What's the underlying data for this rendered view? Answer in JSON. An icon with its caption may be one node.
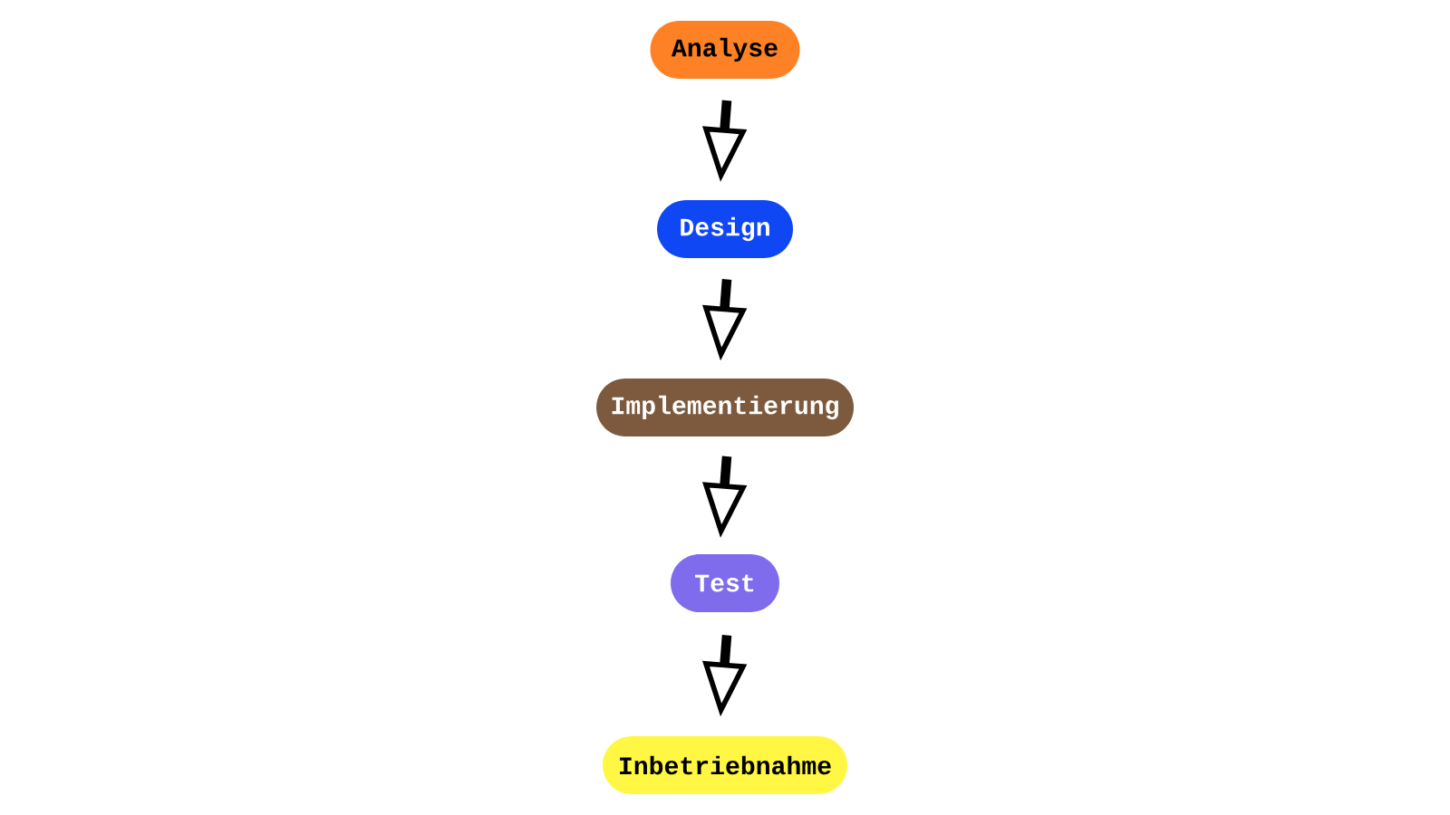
{
  "diagram": {
    "nodes": [
      {
        "text": [
          "Analyse"
        ]
      },
      {
        "text": [
          "Design"
        ]
      },
      {
        "text": [
          "Implementierung"
        ]
      },
      {
        "text": [
          "Test"
        ]
      },
      {
        "text": [
          "Inbetriebnahme"
        ]
      }
    ],
    "edges": [
      {
        "from": 0,
        "to": 1,
        "arrow": "to"
      },
      {
        "from": 1,
        "to": 2,
        "arrow": "to"
      },
      {
        "from": 2,
        "to": 3,
        "arrow": "to"
      },
      {
        "from": 3,
        "to": 4,
        "arrow": "to"
      }
    ]
  }
}
